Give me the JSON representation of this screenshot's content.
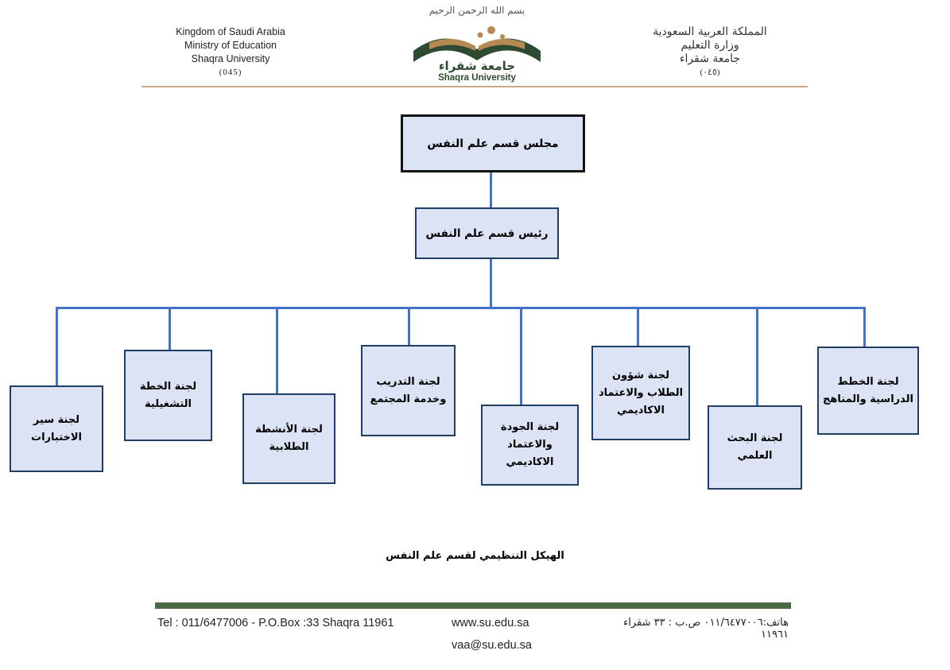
{
  "letterhead": {
    "en_lines": [
      "Kingdom of Saudi Arabia",
      "Ministry of Education",
      "Shaqra University",
      "(045)"
    ],
    "ar_lines": [
      "المملكة العربية السعودية",
      "وزارة التعليم",
      "جامعة شقراء",
      "(٠٤٥)"
    ],
    "logo": {
      "basmala": "بسم الله الرحمن الرحيم",
      "name_ar": "جامعة شقراء",
      "name_en": "Shaqra University",
      "colors": {
        "green": "#2e4a30",
        "gold": "#b58a52"
      }
    }
  },
  "chart": {
    "top_node": "مجلس قسم علم النفس",
    "chair_node": "رئيس قسم علم النفس",
    "committees": [
      {
        "id": "c1",
        "lines": [
          "لجنة الخطط",
          "الدراسية والمناهج"
        ]
      },
      {
        "id": "c2",
        "lines": [
          "لجنة البحث",
          "العلمي"
        ]
      },
      {
        "id": "c3",
        "lines": [
          "لجنة شؤون",
          "الطلاب والاعتماد",
          "الاكاديمي"
        ]
      },
      {
        "id": "c4",
        "lines": [
          "لجنة الجودة",
          "والاعتماد",
          "الاكاديمي"
        ]
      },
      {
        "id": "c5",
        "lines": [
          "لجنة التدريب",
          "وخدمة المجتمع"
        ]
      },
      {
        "id": "c6",
        "lines": [
          "لجنة الأنشطة",
          "الطلابية"
        ]
      },
      {
        "id": "c7",
        "lines": [
          "لجنة الخطة",
          "التشغيلية"
        ]
      },
      {
        "id": "c8",
        "lines": [
          "لجنة سير",
          "الاختبارات"
        ]
      }
    ],
    "colors": {
      "box_fill": "#dce3f4",
      "box_border": "#1f3e63",
      "connector": "#4472c4"
    }
  },
  "caption": "الهيكل التنظيمي لقسم علم النفس",
  "footer": {
    "contact_en": "Tel : 011/6477006 - P.O.Box :33 Shaqra 11961",
    "website": "www.su.edu.sa",
    "email": "vaa@su.edu.sa",
    "contact_ar": "هاتف:٠١١/٦٤٧٧٠٠٦ ص.ب : ٣٣ شقراء ١١٩٦١",
    "bar_color": "#4c6a46"
  }
}
